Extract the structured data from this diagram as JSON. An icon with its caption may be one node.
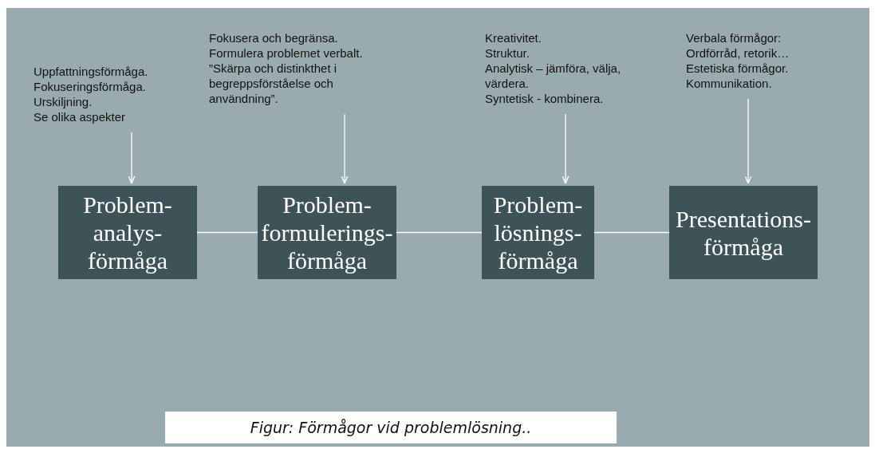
{
  "diagram": {
    "caption": "Figur: Förmågor vid problemlösning..",
    "nodes": [
      {
        "text": [
          "Uppfattningsförmåga.",
          "Fokuseringsförmåga.",
          "Urskiljning.",
          "Se olika aspekter"
        ]
      },
      {
        "text": [
          "Fokusera och begränsa.",
          "Formulera problemet verbalt.",
          "”Skärpa och distinkthet i begreppsförståelse och användning”."
        ]
      },
      {
        "text": [
          "Kreativitet.",
          "Struktur.",
          "Analytisk – jämföra, välja, värdera.",
          "Syntetisk - kombinera."
        ]
      },
      {
        "text": [
          "Verbala förmågor:",
          "Ordförråd, retorik…",
          "Estetiska förmågor.",
          "Kommunikation."
        ]
      },
      {
        "text": [
          "Problem- analys- förmåga"
        ]
      },
      {
        "text": [
          "Problem- formulerings- förmåga"
        ]
      },
      {
        "text": [
          "Problem- lösnings- förmåga"
        ]
      },
      {
        "text": [
          "Presentations- förmåga"
        ]
      }
    ],
    "edges": [
      {
        "from": 0,
        "to": 4,
        "arrow": "to"
      },
      {
        "from": 1,
        "to": 5,
        "arrow": "to"
      },
      {
        "from": 2,
        "to": 6,
        "arrow": "to"
      },
      {
        "from": 3,
        "to": 7,
        "arrow": "to"
      },
      {
        "from": 4,
        "to": 5,
        "arrow": "none"
      },
      {
        "from": 5,
        "to": 6,
        "arrow": "none"
      },
      {
        "from": 6,
        "to": 7,
        "arrow": "none"
      }
    ]
  }
}
